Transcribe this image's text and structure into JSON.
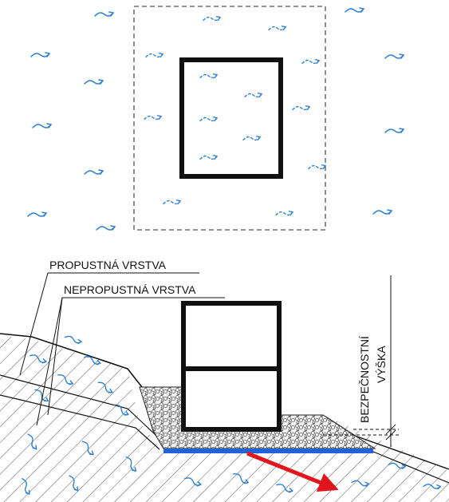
{
  "labels": {
    "permeable_layer": "PROPUSTNÁ VRSTVA",
    "impermeable_layer": "NEPROPUSTNÁ VRSTVA",
    "safety_height_1": "BEZPEČNOSTNÍ",
    "safety_height_2": "VÝŠKA"
  },
  "colors": {
    "flow_arrow": "#2b7fd4",
    "blue_layer": "#1f63d6",
    "red_arrow": "#e0161c",
    "outline": "#111111",
    "hatch": "#555555"
  },
  "icons": {
    "flow": "flow-arrow-icon",
    "drainage": "drainage-arrow-icon"
  }
}
